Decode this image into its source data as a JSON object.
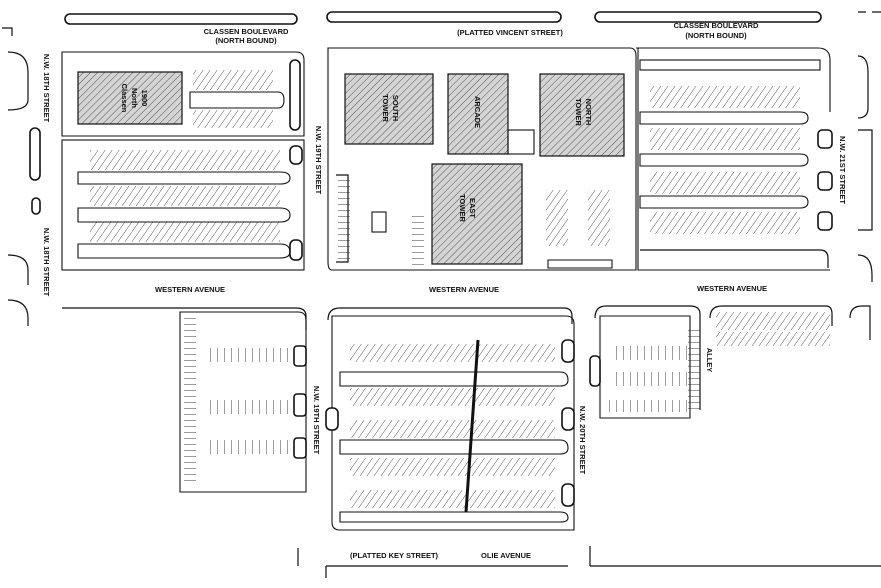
{
  "streets": {
    "classen_west_top": "CLASSEN BOULEVARD",
    "classen_west_bottom": "(NORTH BOUND)",
    "platted_vincent": "(PLATTED VINCENT STREET)",
    "classen_east_top": "CLASSEN BOULEVARD",
    "classen_east_bottom": "(NORTH BOUND)",
    "nw18th_upper": "N.W. 18TH STREET",
    "nw18th_lower": "N.W. 18TH STREET",
    "nw19th_upper": "N.W. 19TH STREET",
    "nw19th_lower": "N.W. 19TH STREET",
    "nw20th": "N.W. 20TH STREET",
    "nw21st": "N.W. 21ST STREET",
    "western_west": "WESTERN AVENUE",
    "western_mid": "WESTERN AVENUE",
    "western_east": "WESTERN AVENUE",
    "alley": "ALLEY",
    "platted_key": "(PLATTED KEY STREET)",
    "olie": "OLIE AVENUE"
  },
  "buildings": {
    "north_classen_l1": "1900",
    "north_classen_l2": "North",
    "north_classen_l3": "Classen",
    "south_tower_l1": "SOUTH",
    "south_tower_l2": "TOWER",
    "arcade": "ARCADE",
    "north_tower_l1": "NORTH",
    "north_tower_l2": "TOWER",
    "east_tower_l1": "EAST",
    "east_tower_l2": "TOWER"
  }
}
